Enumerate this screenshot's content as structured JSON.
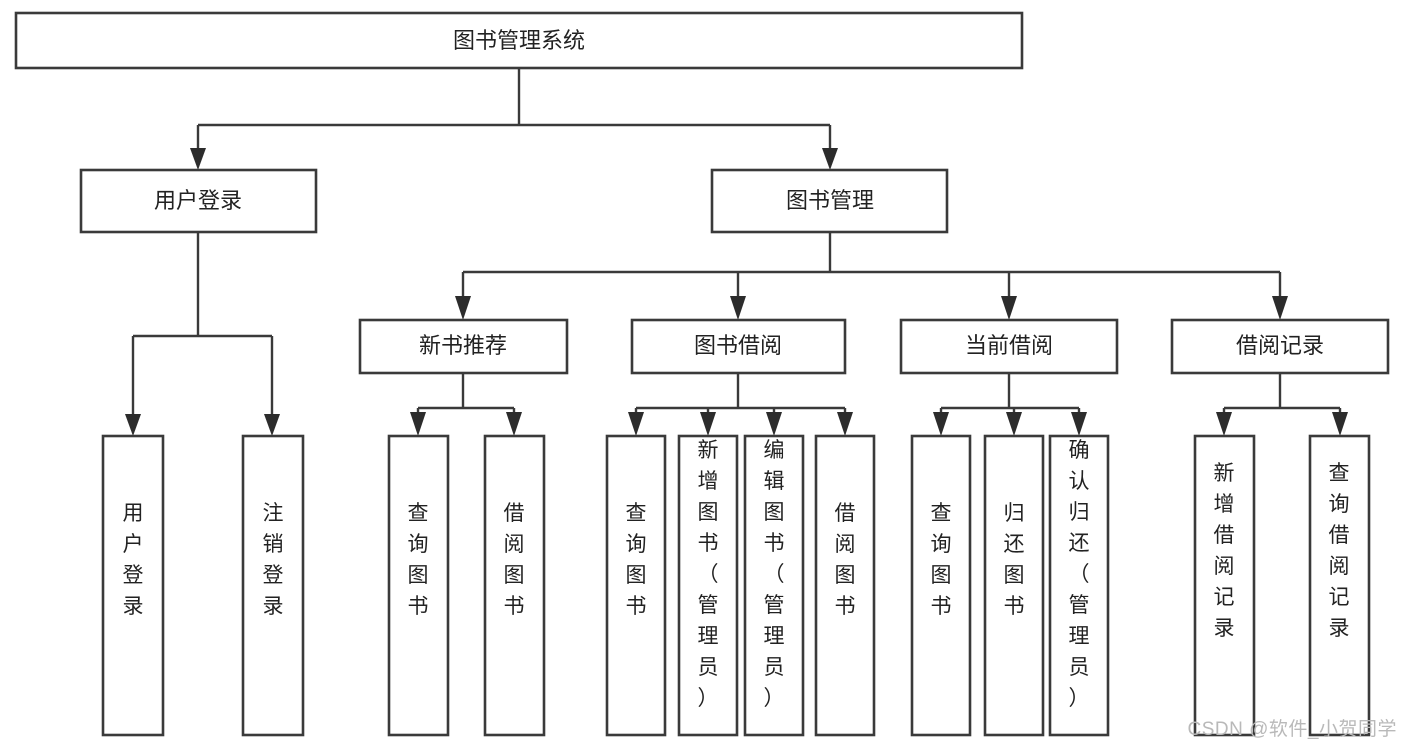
{
  "diagram": {
    "type": "tree",
    "title": "图书管理系统",
    "orientation": "top-down",
    "watermark": "CSDN @软件_小贺同学",
    "colors": {
      "background": "#ffffff",
      "box_stroke": "#3a3a3a",
      "box_fill": "#ffffff",
      "edge": "#3a3a3a",
      "text": "#222222",
      "watermark": "#b9b9b9"
    },
    "nodes": {
      "root": {
        "label": "图书管理系统",
        "level": 1,
        "orientation": "horizontal"
      },
      "n_user_login": {
        "label": "用户登录",
        "level": 2,
        "orientation": "horizontal"
      },
      "n_book_manage": {
        "label": "图书管理",
        "level": 2,
        "orientation": "horizontal"
      },
      "n_new_book_rec": {
        "label": "新书推荐",
        "level": 3,
        "orientation": "horizontal"
      },
      "n_book_borrow": {
        "label": "图书借阅",
        "level": 3,
        "orientation": "horizontal"
      },
      "n_current_borrow": {
        "label": "当前借阅",
        "level": 3,
        "orientation": "horizontal"
      },
      "n_borrow_record": {
        "label": "借阅记录",
        "level": 3,
        "orientation": "horizontal"
      },
      "l_user_login": {
        "label": "用户登录",
        "level": 4,
        "orientation": "vertical"
      },
      "l_logout": {
        "label": "注销登录",
        "level": 4,
        "orientation": "vertical"
      },
      "l_query_book_1": {
        "label": "查询图书",
        "level": 4,
        "orientation": "vertical"
      },
      "l_borrow_book_1": {
        "label": "借阅图书",
        "level": 4,
        "orientation": "vertical"
      },
      "l_query_book_2": {
        "label": "查询图书",
        "level": 4,
        "orientation": "vertical"
      },
      "l_add_book": {
        "label": "新增图书（管理员）",
        "level": 4,
        "orientation": "vertical"
      },
      "l_edit_book": {
        "label": "编辑图书（管理员）",
        "level": 4,
        "orientation": "vertical"
      },
      "l_borrow_book_2": {
        "label": "借阅图书",
        "level": 4,
        "orientation": "vertical"
      },
      "l_query_book_3": {
        "label": "查询图书",
        "level": 4,
        "orientation": "vertical"
      },
      "l_return_book": {
        "label": "归还图书",
        "level": 4,
        "orientation": "vertical"
      },
      "l_confirm_return": {
        "label": "确认归还（管理员）",
        "level": 4,
        "orientation": "vertical"
      },
      "l_add_record": {
        "label": "新增借阅记录",
        "level": 4,
        "orientation": "vertical"
      },
      "l_query_record": {
        "label": "查询借阅记录",
        "level": 4,
        "orientation": "vertical"
      }
    },
    "edges": [
      {
        "from": "root",
        "to": "n_user_login"
      },
      {
        "from": "root",
        "to": "n_book_manage"
      },
      {
        "from": "n_user_login",
        "to": "l_user_login"
      },
      {
        "from": "n_user_login",
        "to": "l_logout"
      },
      {
        "from": "n_book_manage",
        "to": "n_new_book_rec"
      },
      {
        "from": "n_book_manage",
        "to": "n_book_borrow"
      },
      {
        "from": "n_book_manage",
        "to": "n_current_borrow"
      },
      {
        "from": "n_book_manage",
        "to": "n_borrow_record"
      },
      {
        "from": "n_new_book_rec",
        "to": "l_query_book_1"
      },
      {
        "from": "n_new_book_rec",
        "to": "l_borrow_book_1"
      },
      {
        "from": "n_book_borrow",
        "to": "l_query_book_2"
      },
      {
        "from": "n_book_borrow",
        "to": "l_add_book"
      },
      {
        "from": "n_book_borrow",
        "to": "l_edit_book"
      },
      {
        "from": "n_book_borrow",
        "to": "l_borrow_book_2"
      },
      {
        "from": "n_current_borrow",
        "to": "l_query_book_3"
      },
      {
        "from": "n_current_borrow",
        "to": "l_return_book"
      },
      {
        "from": "n_current_borrow",
        "to": "l_confirm_return"
      },
      {
        "from": "n_borrow_record",
        "to": "l_add_record"
      },
      {
        "from": "n_borrow_record",
        "to": "l_query_record"
      }
    ]
  }
}
